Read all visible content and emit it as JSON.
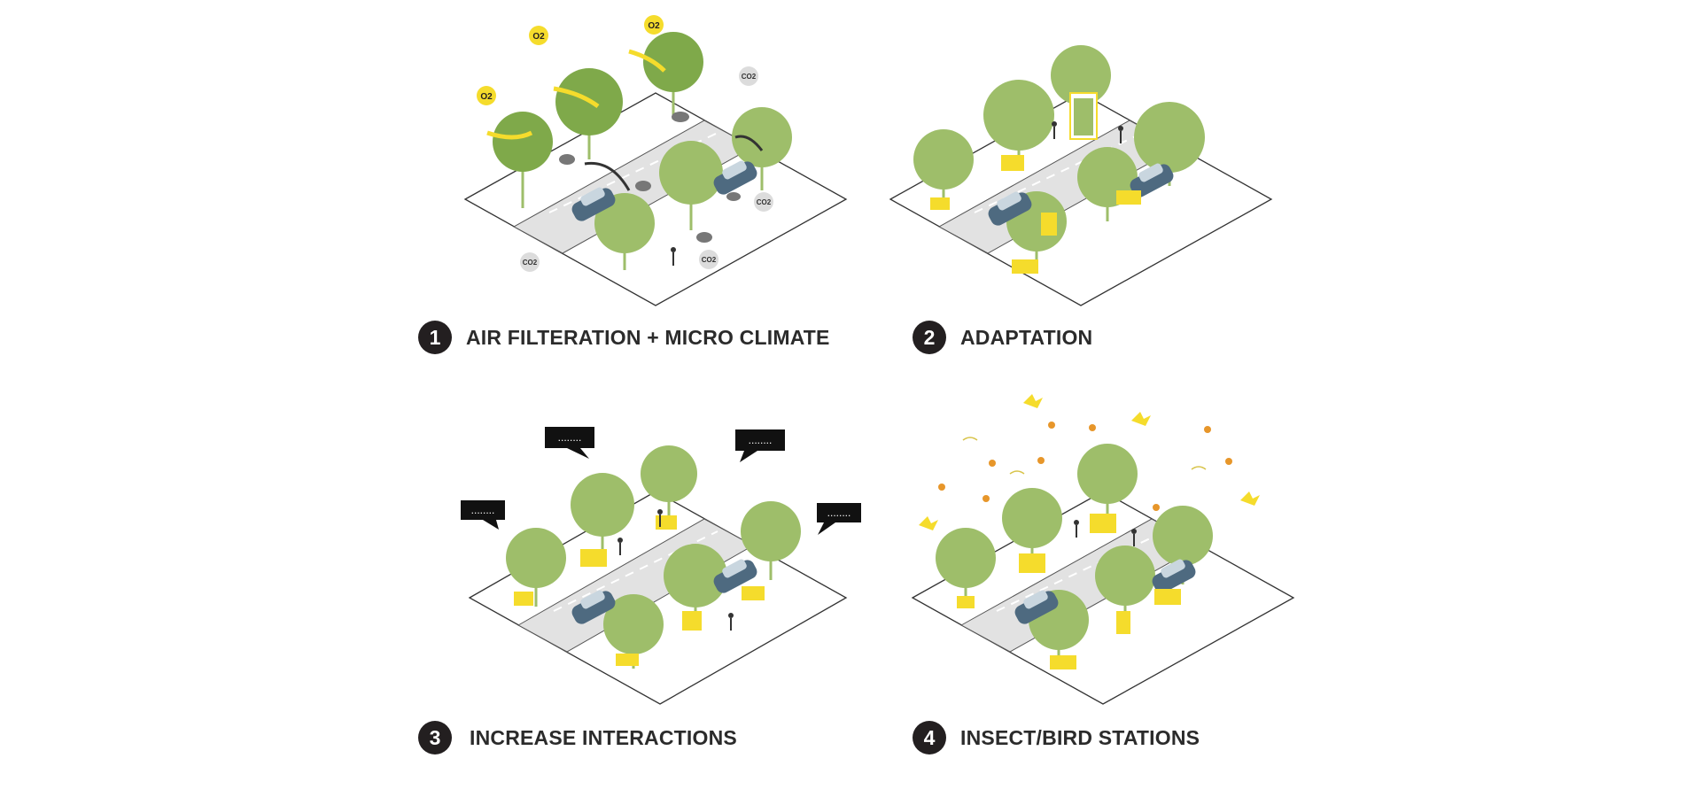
{
  "panels": [
    {
      "number": "1",
      "title": "AIR FILTERATION + MICRO CLIMATE"
    },
    {
      "number": "2",
      "title": "ADAPTATION"
    },
    {
      "number": "3",
      "title": "INCREASE INTERACTIONS"
    },
    {
      "number": "4",
      "title": "INSECT/BIRD STATIONS"
    }
  ],
  "gas_labels": {
    "oxygen": "O2",
    "carbon_dioxide": "CO2"
  },
  "speech_bubble_text": "........",
  "colors": {
    "tree": "#9ebe6a",
    "tree_dark": "#7fa94a",
    "furniture": "#f5dc2c",
    "road": "#e2e2e2",
    "car": "#4e6a80",
    "badge": "#231f20",
    "text": "#2b2b2b"
  }
}
